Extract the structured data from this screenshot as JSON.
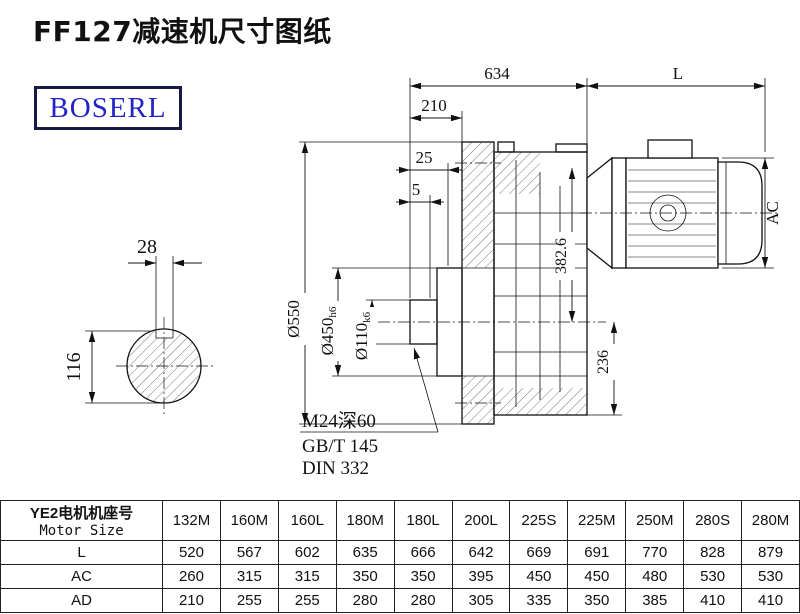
{
  "page": {
    "title": "FF127减速机尺寸图纸",
    "brand": "BOSERL"
  },
  "drawing": {
    "dim_634": "634",
    "dim_L": "L",
    "dim_210": "210",
    "dim_25": "25",
    "dim_5": "5",
    "dim_AC": "AC",
    "dim_550": "Ø550",
    "dim_450_main": "Ø450",
    "dim_450_sub": "h6",
    "dim_110_main": "Ø110",
    "dim_110_sub": "k6",
    "dim_382_6": "382.6",
    "dim_236": "236",
    "dim_28": "28",
    "dim_116": "116",
    "note_tap": "M24深60",
    "note_gbt": "GB/T 145",
    "note_din": "DIN 332"
  },
  "table": {
    "header_cn": "YE2电机机座号",
    "header_en": "Motor Size",
    "columns": [
      "132M",
      "160M",
      "160L",
      "180M",
      "180L",
      "200L",
      "225S",
      "225M",
      "250M",
      "280S",
      "280M"
    ],
    "rows": [
      {
        "label": "L",
        "values": [
          "520",
          "567",
          "602",
          "635",
          "666",
          "642",
          "669",
          "691",
          "770",
          "828",
          "879"
        ]
      },
      {
        "label": "AC",
        "values": [
          "260",
          "315",
          "315",
          "350",
          "350",
          "395",
          "450",
          "450",
          "480",
          "530",
          "530"
        ]
      },
      {
        "label": "AD",
        "values": [
          "210",
          "255",
          "255",
          "280",
          "280",
          "305",
          "335",
          "350",
          "385",
          "410",
          "410"
        ]
      }
    ]
  }
}
